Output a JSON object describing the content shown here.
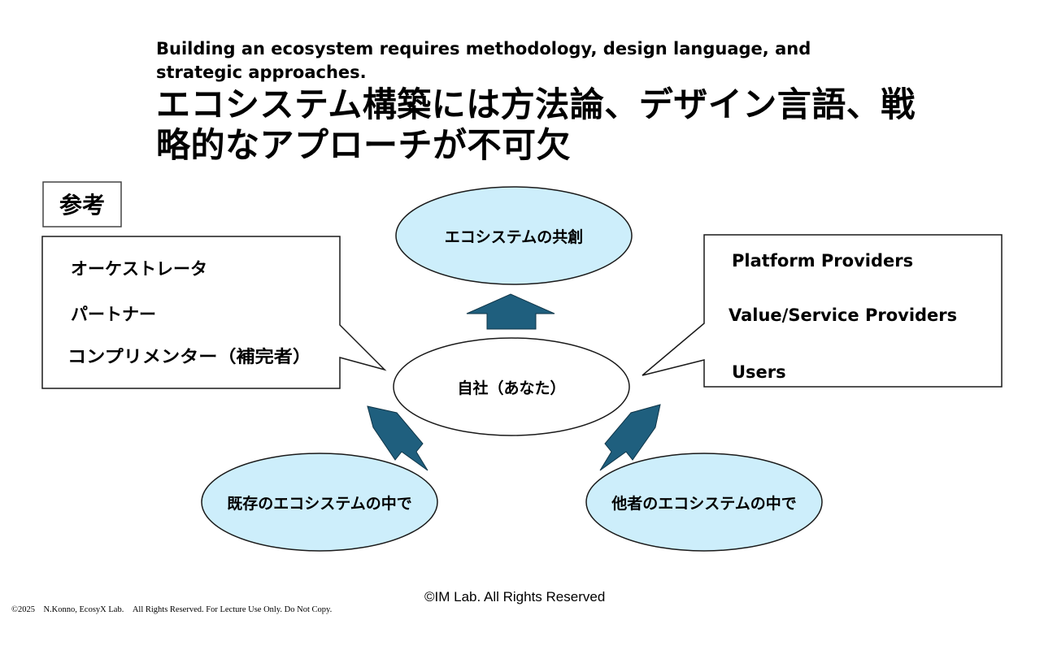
{
  "title": {
    "english": "Building an ecosystem requires methodology, design language, and strategic approaches.",
    "japanese": "エコシステム構築には方法論、デザイン言語、戦略的なアプローチが不可欠"
  },
  "reference_label": "参考",
  "left_callout": {
    "items": [
      "オーケストレータ",
      "パートナー",
      "コンプリメンター（補完者）"
    ]
  },
  "right_callout": {
    "items": [
      "Platform Providers",
      "Value/Service Providers",
      "Users"
    ]
  },
  "nodes": {
    "top": "エコシステムの共創",
    "center": "自社（あなた）",
    "bottom_left": "既存のエコシステムの中で",
    "bottom_right": "他者のエコシステムの中で"
  },
  "colors": {
    "node_fill": "#cdeefb",
    "arrow_fill": "#1f5f7e",
    "stroke": "#1a1a1a"
  },
  "footer": {
    "im_copyright": "©IM Lab. All Rights Reserved",
    "small_copyright": "©2025　N.Konno, EcosyX Lab.　All Rights Reserved. For Lecture Use Only. Do Not Copy."
  }
}
